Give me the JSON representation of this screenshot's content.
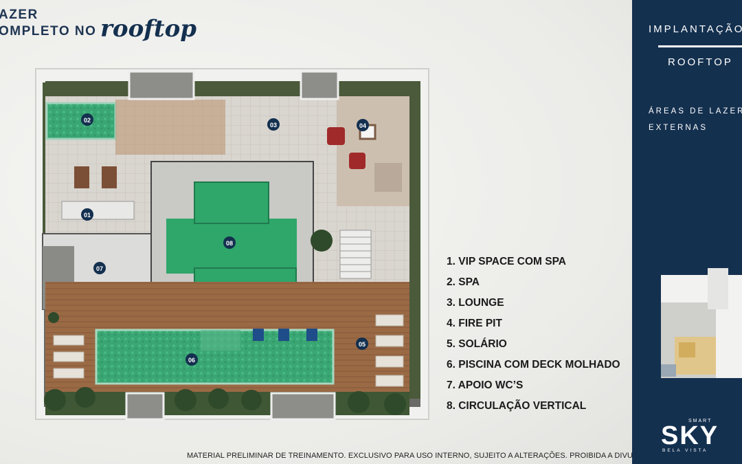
{
  "header": {
    "title_line1": "AZER",
    "title_line2": "OMPLETO NO",
    "title_script": "rooftop"
  },
  "plan": {
    "markers": [
      "01",
      "02",
      "03",
      "04",
      "05",
      "06",
      "07",
      "08"
    ]
  },
  "legend": {
    "items": [
      "1. VIP SPACE COM SPA",
      "2. SPA",
      "3. LOUNGE",
      "4. FIRE PIT",
      "5. SOLÁRIO",
      "6. PISCINA COM DECK MOLHADO",
      "7. APOIO WC’S",
      "8. CIRCULAÇÃO VERTICAL"
    ]
  },
  "sidebar": {
    "title": "IMPLANTAÇÃO",
    "subtitle": "ROOFTOP",
    "areas_line1": "ÁREAS DE LAZER",
    "areas_line2": "EXTERNAS",
    "brand_small": "SMART",
    "brand_main": "SKY",
    "brand_sub": "BELA VISTA"
  },
  "footer": {
    "disclaimer": "MATERIAL PRELIMINAR DE TREINAMENTO. EXCLUSIVO PARA USO INTERNO, SUJEITO A ALTERAÇÕES. PROIBIDA A DIVULGAÇÃO."
  },
  "colors": {
    "navy": "#14304f",
    "pool_green": "#2fa66a",
    "deck_wood": "#9a6a45"
  }
}
